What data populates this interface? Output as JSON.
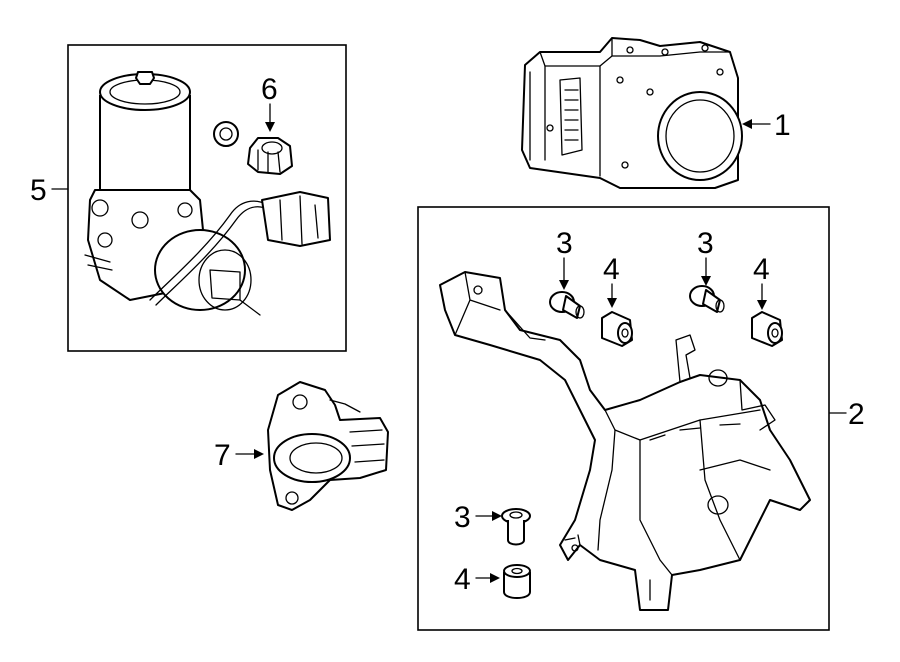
{
  "callouts": {
    "c1": "1",
    "c2": "2",
    "c3a": "3",
    "c3b": "3",
    "c3c": "3",
    "c4a": "4",
    "c4b": "4",
    "c4c": "4",
    "c5": "5",
    "c6": "6",
    "c7": "7"
  }
}
